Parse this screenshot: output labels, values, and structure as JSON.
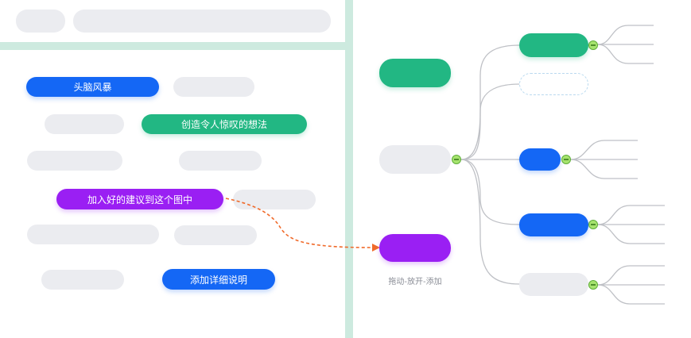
{
  "left_panel": {
    "tags": {
      "brainstorm": "头脑风暴",
      "create_ideas": "创造令人惊叹的想法",
      "add_suggestions": "加入好的建议到这个图中",
      "add_details": "添加详细说明"
    }
  },
  "right_panel": {
    "drag_caption": "拖动-放开-添加"
  },
  "colors": {
    "blue": "#1467f5",
    "green": "#22b783",
    "purple": "#9a1ff3",
    "placeholder_gray": "#ebecf0",
    "divider": "#cdeadf",
    "arrow": "#f06a2a",
    "connector": "#bfc1c6",
    "collapse_knob": "#a6e36e"
  },
  "icons": {
    "collapse_knob": "minus-circle-icon",
    "drag_arrow": "arrow-right-icon"
  }
}
